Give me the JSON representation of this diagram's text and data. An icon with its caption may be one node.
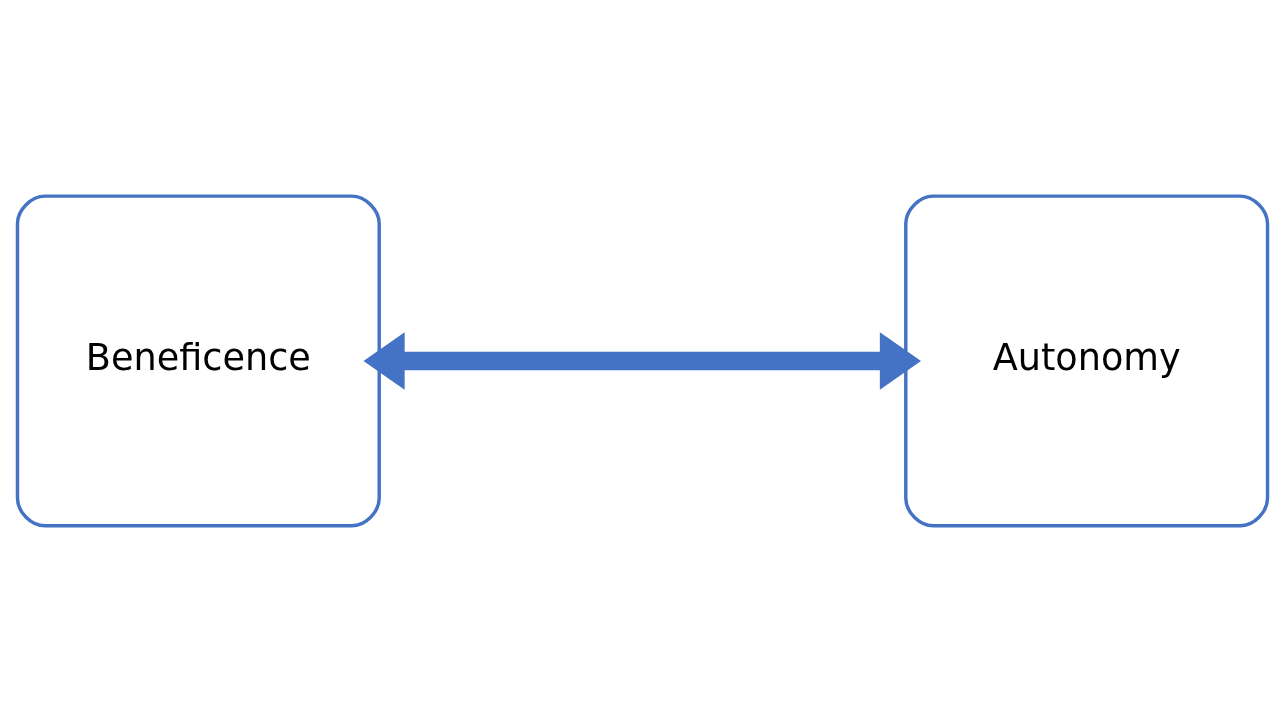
{
  "diagram": {
    "nodes": [
      {
        "text": [
          "Beneficence"
        ]
      },
      {
        "text": [
          "Autonomy"
        ]
      }
    ],
    "edges": [
      {
        "from": 0,
        "to": 1,
        "arrow": "both"
      }
    ]
  }
}
